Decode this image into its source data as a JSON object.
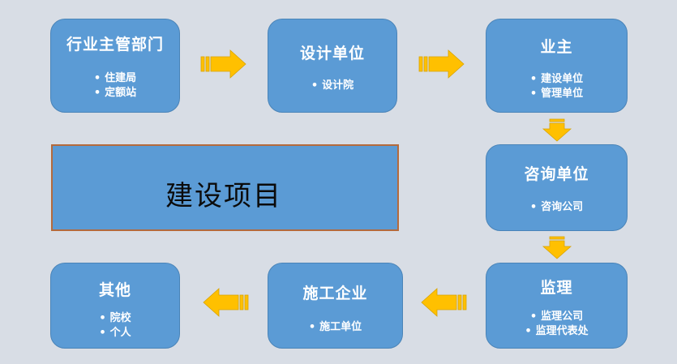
{
  "nodes": {
    "industry": {
      "title": "行业主管部门",
      "items": [
        "住建局",
        "定额站"
      ]
    },
    "design": {
      "title": "设计单位",
      "items": [
        "设计院"
      ]
    },
    "owner": {
      "title": "业主",
      "items": [
        "建设单位",
        "管理单位"
      ]
    },
    "consulting": {
      "title": "咨询单位",
      "items": [
        "咨询公司"
      ]
    },
    "supervision": {
      "title": "监理",
      "items": [
        "监理公司",
        "监理代表处"
      ]
    },
    "construction": {
      "title": "施工企业",
      "items": [
        "施工单位"
      ]
    },
    "others": {
      "title": "其他",
      "items": [
        "院校",
        "个人"
      ]
    }
  },
  "project": {
    "title": "建设项目"
  },
  "colors": {
    "background": "#d8dde5",
    "box_fill": "#5b9bd5",
    "arrow_fill": "#ffc000",
    "project_border": "#b46a3c"
  },
  "arrow_icon": "block-arrow-icon"
}
